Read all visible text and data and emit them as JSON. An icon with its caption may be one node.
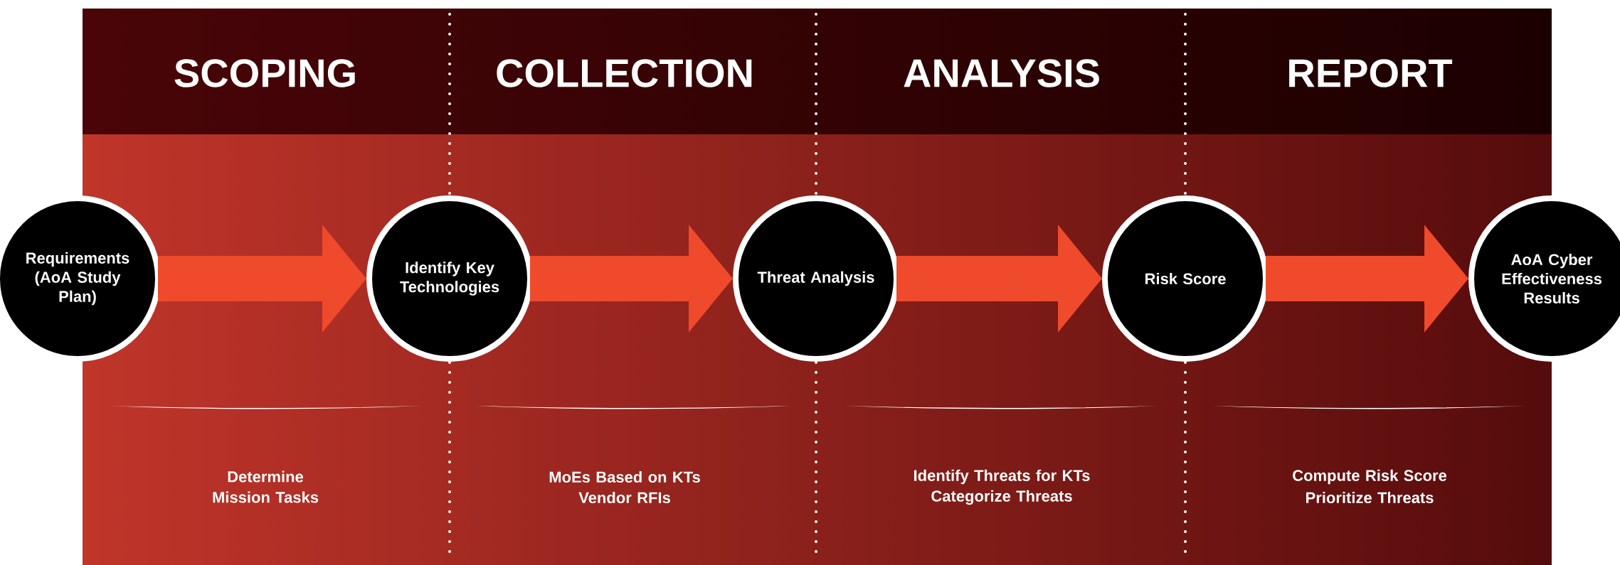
{
  "diagram": {
    "nodes": [
      {
        "text": [
          "Requirements (AoA Study Plan)"
        ]
      },
      {
        "text": [
          "Identify Key Technologies"
        ]
      },
      {
        "text": [
          "Threat Analysis"
        ]
      },
      {
        "text": [
          "Risk Score"
        ]
      },
      {
        "text": [
          "AoA Cyber Effectiveness Results"
        ]
      }
    ],
    "edges": [
      {
        "from": 0,
        "to": 1,
        "arrow": "to"
      },
      {
        "from": 1,
        "to": 2,
        "arrow": "to"
      },
      {
        "from": 2,
        "to": 3,
        "arrow": "to"
      },
      {
        "from": 3,
        "to": 4,
        "arrow": "to"
      }
    ],
    "labels": [
      "SCOPING",
      "COLLECTION",
      "ANALYSIS",
      "REPORT",
      "Determine Mission Tasks",
      "MoEs Based on KTs",
      "Vendor RFIs",
      "Identify Threats for KTs",
      "Categorize Threats",
      "Compute Risk Score",
      "Prioritize Threats"
    ]
  }
}
